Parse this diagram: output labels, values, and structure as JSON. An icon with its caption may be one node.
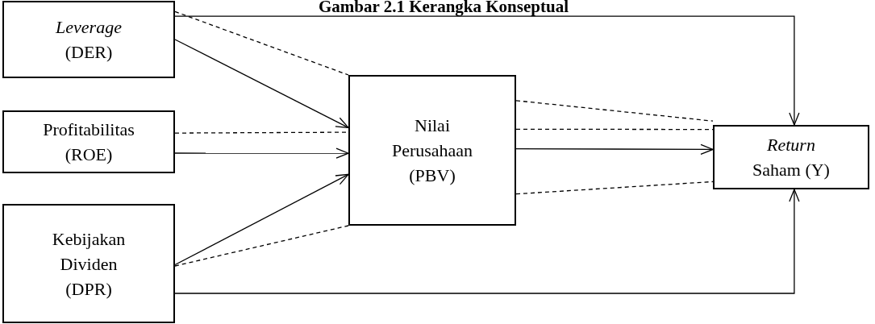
{
  "diagram": {
    "title": "Gambar 2.1 Kerangka Konseptual",
    "nodes": [
      {
        "text": [
          "*Leverage* (DER)"
        ]
      },
      {
        "text": [
          "Profitabilitas (ROE)"
        ]
      },
      {
        "text": [
          "Kebijakan Dividen (DPR)"
        ]
      },
      {
        "text": [
          "Nilai Perusahaan (PBV)"
        ]
      },
      {
        "text": [
          "*Return* Saham (Y)"
        ]
      }
    ],
    "edges": [
      {
        "from": 0,
        "to": 4,
        "arrow": "to"
      },
      {
        "from": 0,
        "to": 3,
        "arrow": "none",
        "style": "dashed"
      },
      {
        "from": 0,
        "to": 3,
        "arrow": "to"
      },
      {
        "from": 1,
        "to": 3,
        "arrow": "none",
        "style": "dashed"
      },
      {
        "from": 1,
        "to": 3,
        "arrow": "to"
      },
      {
        "from": 2,
        "to": 3,
        "arrow": "to"
      },
      {
        "from": 2,
        "to": 3,
        "arrow": "none",
        "style": "dashed"
      },
      {
        "from": 3,
        "to": 4,
        "arrow": "none",
        "style": "dashed"
      },
      {
        "from": 3,
        "to": 4,
        "arrow": "none",
        "style": "dashed"
      },
      {
        "from": 3,
        "to": 4,
        "arrow": "to"
      },
      {
        "from": 3,
        "to": 4,
        "arrow": "none",
        "style": "dashed"
      },
      {
        "from": 2,
        "to": 4,
        "arrow": "to"
      }
    ]
  }
}
